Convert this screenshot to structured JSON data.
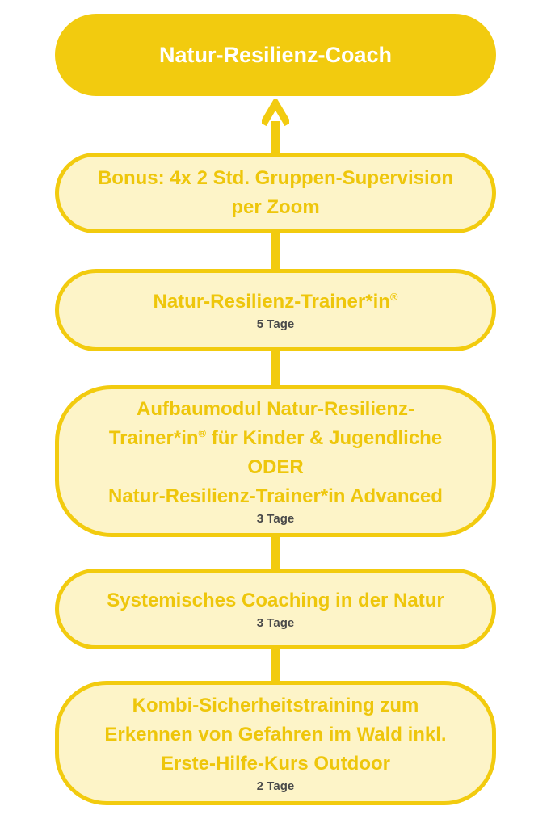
{
  "diagram": {
    "goal": "Natur-Resilienz-Coach",
    "steps": [
      {
        "title_lines": [
          "Bonus: 4x 2 Std. Gruppen-Supervision",
          "per Zoom"
        ],
        "duration": ""
      },
      {
        "title_main": "Natur-Resilienz-Trainer*in",
        "title_mark": "®",
        "duration": "5 Tage"
      },
      {
        "line1": "Aufbaumodul Natur-Resilienz-",
        "line2_a": "Trainer*in",
        "line2_mark": "®",
        "line2_b": " für Kinder & Jugendliche",
        "line3": "ODER",
        "line4": "Natur-Resilienz-Trainer*in Advanced",
        "duration": "3 Tage"
      },
      {
        "title": "Systemisches Coaching in der Natur",
        "duration": "3 Tage"
      },
      {
        "title_lines": [
          "Kombi-Sicherheitstraining zum",
          "Erkennen von Gefahren im Wald inkl.",
          "Erste-Hilfe-Kurs Outdoor"
        ],
        "duration": "2 Tage"
      }
    ],
    "colors": {
      "accent": "#f2cb0f",
      "box_fill": "#fdf4c8",
      "box_text": "#eec60b",
      "duration_text": "#4a4a4a",
      "goal_text": "#ffffff"
    }
  }
}
